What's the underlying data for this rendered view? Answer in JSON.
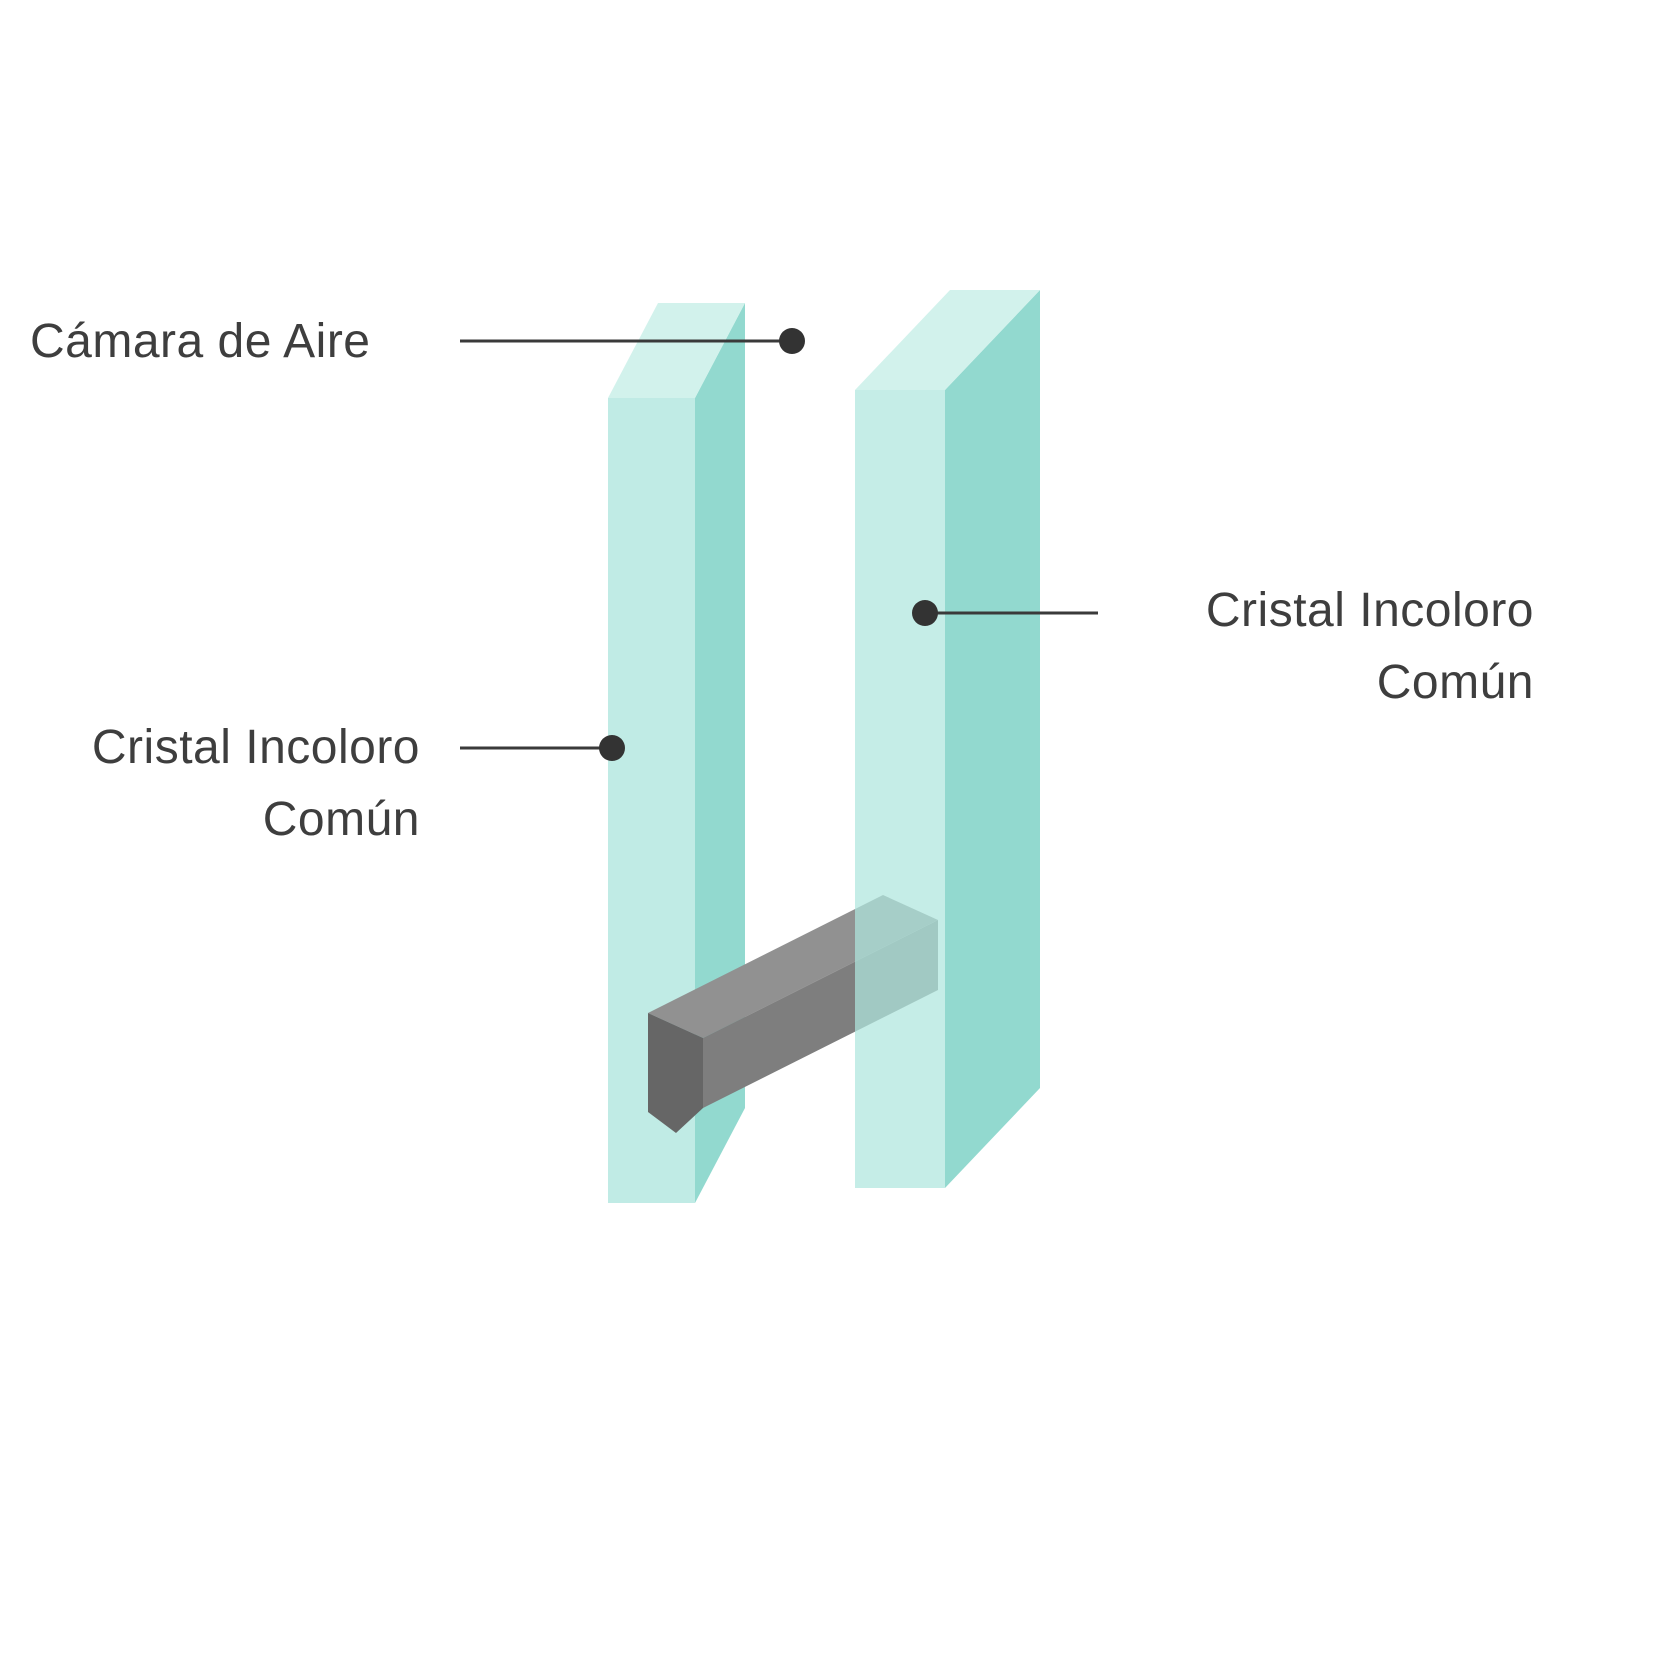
{
  "diagram": {
    "title": "Double glazing unit diagram",
    "labels": {
      "air_chamber": "Cámara de Aire",
      "right_glass_line1": "Cristal Incoloro",
      "right_glass_line2": "Común",
      "left_glass_line1": "Cristal Incoloro",
      "left_glass_line2": "Común"
    },
    "colors": {
      "glass_front": "#aee6de",
      "glass_top": "#cdf1ea",
      "glass_side": "#7fd2c7",
      "spacer_top": "#919191",
      "spacer_front": "#7e7e7e",
      "spacer_end": "#666666",
      "leader_line": "#3a3a3a",
      "leader_dot": "#333333",
      "text": "#3e3e3e",
      "background": "#ffffff"
    }
  }
}
